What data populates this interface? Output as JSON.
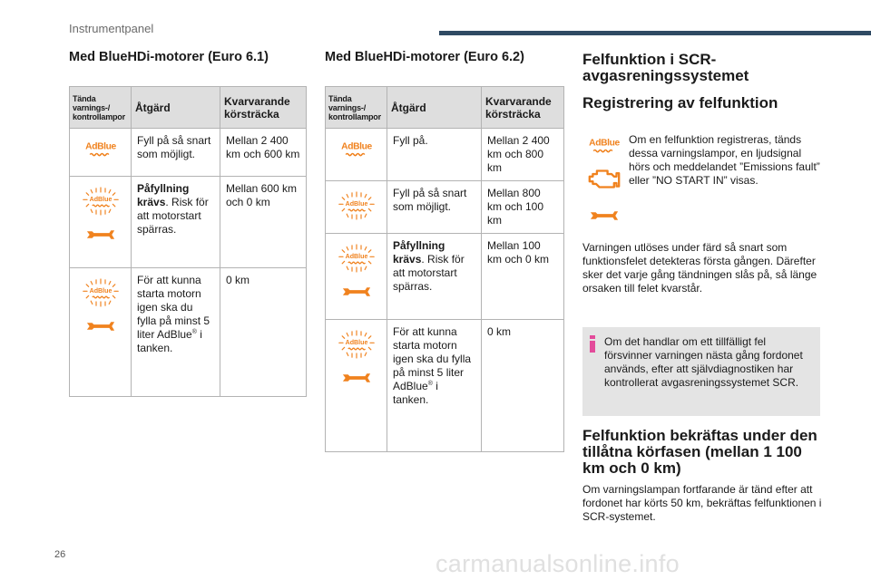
{
  "header": {
    "title": "Instrumentpanel"
  },
  "page_number": "26",
  "watermark": "carmanualsonline.info",
  "colors": {
    "icon_orange": "#f0821e",
    "header_bar": "#2f4a63",
    "table_header_bg": "#dedede",
    "info_box_bg": "#e4e4e4",
    "info_icon": "#e34b9a"
  },
  "col1": {
    "heading": "Med BlueHDi-motorer (Euro 6.1)",
    "table": {
      "headers": [
        "Tända varnings-/ kontrollampor",
        "Åtgärd",
        "Kvarvarande körsträcka"
      ],
      "rows": [
        {
          "icon": "adblue-solid",
          "action_bold": "",
          "action": "Fyll på så snart som möjligt.",
          "distance": "Mellan 2 400 km och 600 km"
        },
        {
          "icon": "adblue-flashing-wrench",
          "action_bold": "Påfyllning krävs",
          "action": ". Risk för att motorstart spärras.",
          "distance": "Mellan 600 km och 0 km"
        },
        {
          "icon": "adblue-flashing-wrench",
          "action_bold": "",
          "action": "För att kunna starta motorn igen ska du fylla på minst 5 liter AdBlue",
          "action_sup": "®",
          "action_after": " i tanken.",
          "distance": "0 km"
        }
      ]
    }
  },
  "col2": {
    "heading": "Med BlueHDi-motorer (Euro 6.2)",
    "table": {
      "headers": [
        "Tända varnings-/ kontrollampor",
        "Åtgärd",
        "Kvarvarande körsträcka"
      ],
      "rows": [
        {
          "icon": "adblue-solid",
          "action_bold": "",
          "action": "Fyll på.",
          "distance": "Mellan 2 400 km och 800 km"
        },
        {
          "icon": "adblue-flashing",
          "action_bold": "",
          "action": "Fyll på så snart som möjligt.",
          "distance": "Mellan 800 km och 100 km"
        },
        {
          "icon": "adblue-flashing-wrench",
          "action_bold": "Påfyllning krävs",
          "action": ". Risk för att motorstart spärras.",
          "distance": "Mellan 100 km och 0 km"
        },
        {
          "icon": "adblue-flashing-wrench",
          "action_bold": "",
          "action": "För att kunna starta motorn igen ska du fylla på minst 5 liter AdBlue",
          "action_sup": "®",
          "action_after": " i tanken.",
          "distance": "0 km"
        }
      ]
    }
  },
  "col3": {
    "heading": "Felfunktion i SCR-avgasreningssystemet",
    "subheading": "Registrering av felfunktion",
    "detect_text": "Om en felfunktion registreras, tänds dessa varningslampor, en ljudsignal hörs och meddelandet ”Emissions fault” eller ”NO START IN” visas.",
    "alert_text": "Varningen utlöses under färd så snart som funktionsfelet detekteras första gången. Därefter sker det varje gång tändningen slås på, så länge orsaken till felet kvarstår.",
    "info_text": "Om det handlar om ett tillfälligt fel försvinner varningen nästa gång fordonet används, efter att självdiagnostiken har kontrollerat avgasreningssystemet SCR.",
    "confirm_heading": "Felfunktion bekräftas under den tillåtna körfasen (mellan 1 100 km och 0 km)",
    "confirm_text": "Om varningslampan fortfarande är tänd efter att fordonet har körts 50 km, bekräftas felfunktionen i SCR-systemet."
  },
  "adblue_label": "AdBlue"
}
